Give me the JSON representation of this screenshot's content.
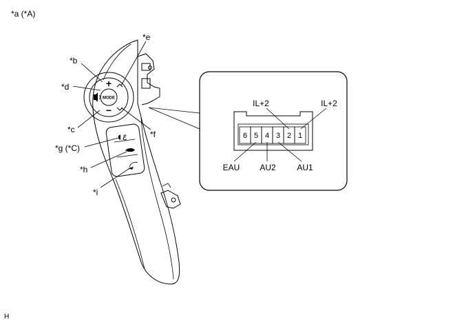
{
  "labels": {
    "a": "*a (*A)",
    "b": "*b",
    "c": "*c",
    "d": "*d",
    "e": "*e",
    "f": "*f",
    "g": "*g (*C)",
    "h": "*h",
    "i": "*i"
  },
  "switch": {
    "mode_label": "MODE",
    "plus": "+",
    "minus": "−"
  },
  "connector": {
    "pins": [
      "6",
      "5",
      "4",
      "3",
      "2",
      "1"
    ],
    "top_labels": [
      "IL+2",
      "IL+2"
    ],
    "bottom_labels": [
      "EAU",
      "AU2",
      "AU1"
    ]
  },
  "footer": "H"
}
